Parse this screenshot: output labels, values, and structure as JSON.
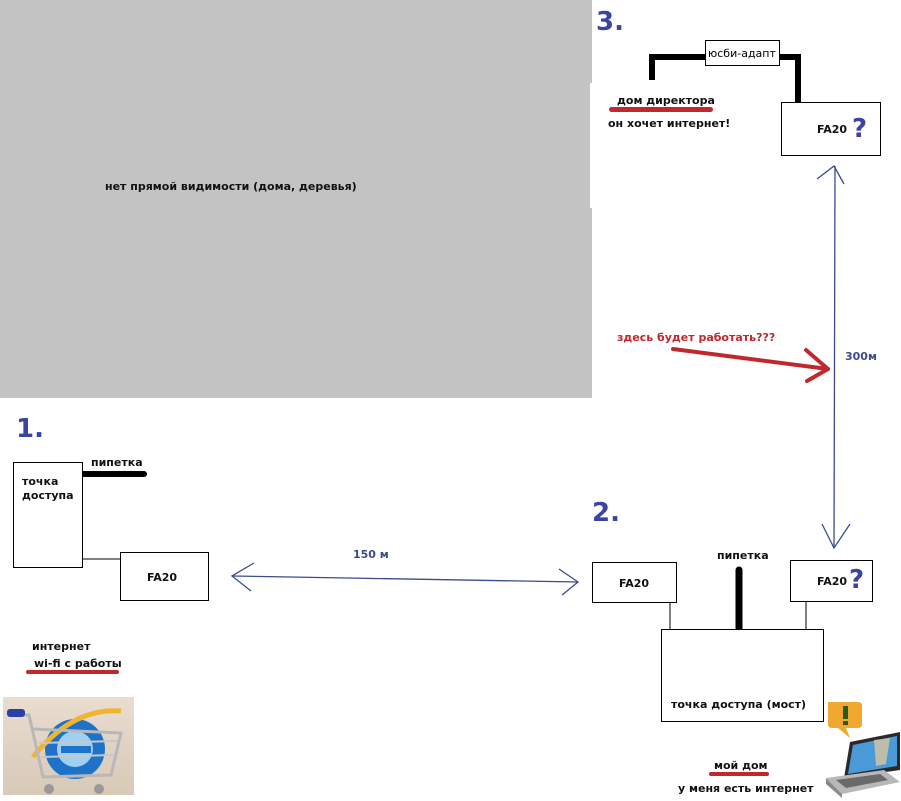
{
  "obstacle": {
    "label": "нет прямой видимости (дома, деревья)"
  },
  "section1": {
    "step": "1.",
    "access_point_label": "точка\nдоступа",
    "antenna_label": "пипетка",
    "device_label": "FA20",
    "note_line1": "интернет",
    "note_line2": "wi-fi с работы",
    "image_icon": "internet-shopping-cart-icon"
  },
  "link12": {
    "distance": "150 м"
  },
  "section2": {
    "step": "2.",
    "left_device_label": "FA20",
    "right_device_label": "FA20",
    "right_device_mark": "?",
    "antenna_label": "пипетка",
    "bridge_label": "точка доступа (мост)",
    "home_label": "мой дом",
    "home_note": "у меня есть интернет",
    "image_icon": "laptop-alert-icon"
  },
  "link23": {
    "distance": "300м",
    "question": "здесь будет работать???"
  },
  "section3": {
    "step": "3.",
    "adapter_label": "юсби-адапт",
    "device_label": "FA20",
    "device_mark": "?",
    "home_label": "дом директора",
    "home_note": "он хочет интернет!"
  },
  "colors": {
    "step_blue": "#3b43a3",
    "accent_red": "#c0282d",
    "line_blue": "#3b4b8c",
    "obstacle_gray": "#c3c3c3"
  }
}
